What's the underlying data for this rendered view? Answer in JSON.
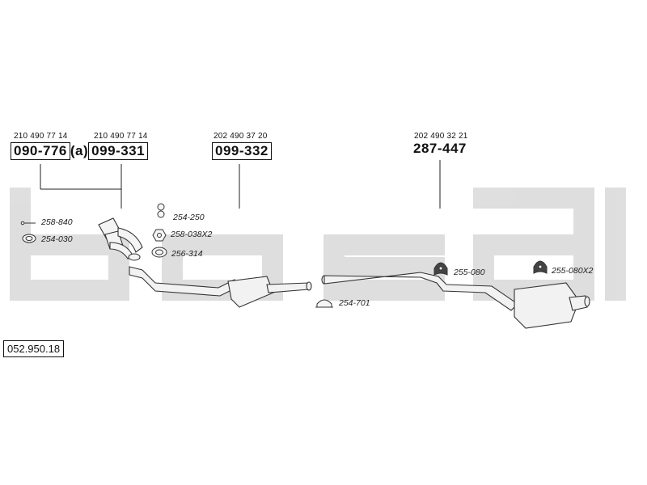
{
  "watermark": {
    "color": "#d9d9d9"
  },
  "oem_numbers": [
    "210 490 77 14",
    "210 490 77 14",
    "202 490 37 20",
    "202 490 32 21"
  ],
  "parts": [
    {
      "num": "090-776",
      "suffix": "(a)"
    },
    {
      "num": "099-331",
      "suffix": ""
    },
    {
      "num": "099-332",
      "suffix": ""
    },
    {
      "num": "287-447",
      "suffix": ""
    }
  ],
  "accessories": [
    "258-840",
    "254-030",
    "254-250",
    "258-038X2",
    "256-314",
    "254-701",
    "255-080",
    "255-080X2"
  ],
  "reference": "052.950.18"
}
